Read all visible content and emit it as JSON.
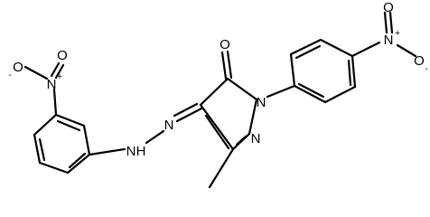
{
  "labels": {
    "nitro1_o_top": "O",
    "nitro1_n": "N",
    "nitro1_plus": "+",
    "nitro1_o_minus": "O",
    "nitro1_minus": "-",
    "nitro2_o_top": "O",
    "nitro2_n": "N",
    "nitro2_plus": "+",
    "nitro2_o_minus": "O",
    "nitro2_minus": "-",
    "carbonyl_o": "O",
    "ring_n1": "N",
    "ring_n2": "N",
    "azo_n": "N",
    "hydrazo_nh": "N",
    "hydrazo_h": "H"
  }
}
